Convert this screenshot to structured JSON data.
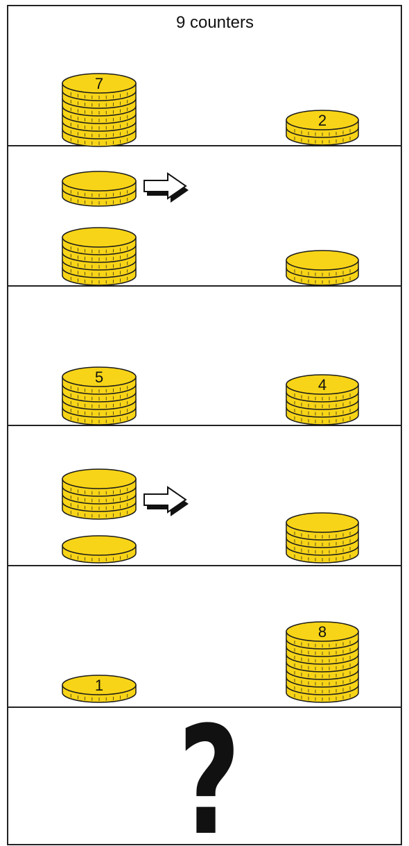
{
  "title": "9 counters",
  "colors": {
    "coin_fill": "#f7d417",
    "coin_stroke": "#1a1a1a",
    "frame": "#222222",
    "arrow_fill": "#ffffff",
    "arrow_shadow": "#111111"
  },
  "panels": [
    {
      "left": {
        "count": 7,
        "label": "7"
      },
      "right": {
        "count": 2,
        "label": "2"
      }
    },
    {
      "left": {
        "moving_count": 2,
        "count": 5
      },
      "right": {
        "count": 2
      },
      "arrow": "right-arrow"
    },
    {
      "left": {
        "count": 5,
        "label": "5"
      },
      "right": {
        "count": 4,
        "label": "4"
      }
    },
    {
      "left": {
        "moving_count": 4,
        "count": 1
      },
      "right": {
        "count": 4
      },
      "arrow": "right-arrow"
    },
    {
      "left": {
        "count": 1,
        "label": "1"
      },
      "right": {
        "count": 8,
        "label": "8"
      }
    }
  ],
  "final_panel": {
    "symbol": "?"
  }
}
